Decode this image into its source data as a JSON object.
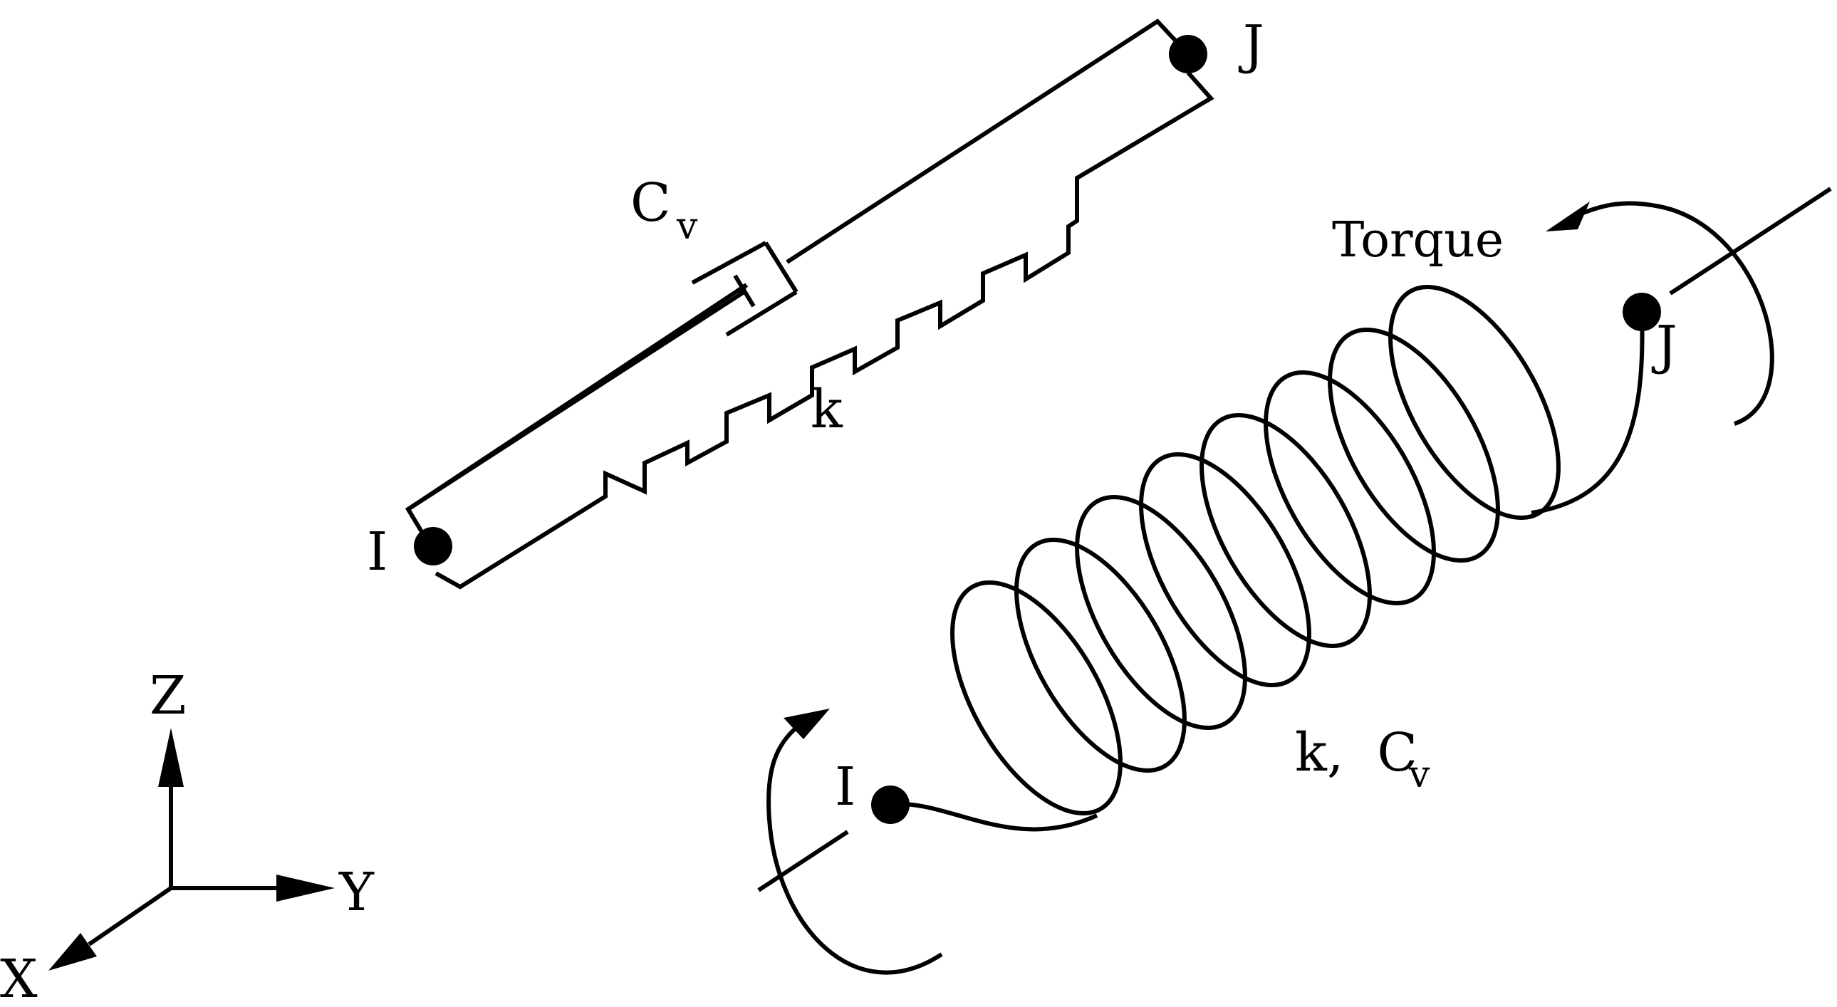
{
  "axes": {
    "z": "Z",
    "y": "Y",
    "x": "X"
  },
  "linear_element": {
    "node_i": "I",
    "node_j": "J",
    "damper_label": "C",
    "damper_sub": "v",
    "spring_label": "k"
  },
  "torsional_element": {
    "node_i": "I",
    "node_j": "J",
    "torque_label": "Torque",
    "coeff_label": "k,  C",
    "coeff_sub": "v"
  }
}
